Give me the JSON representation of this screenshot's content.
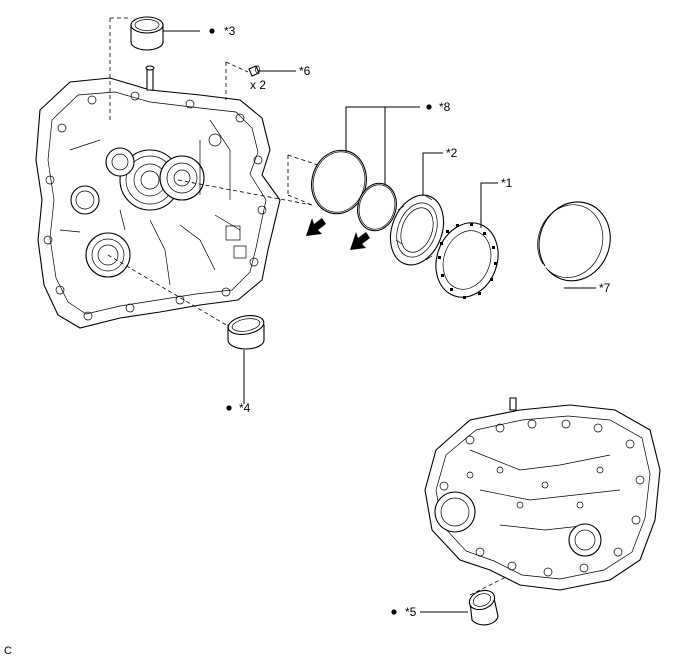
{
  "callouts": [
    {
      "id": "c3",
      "text": "*3",
      "marker": "dot"
    },
    {
      "id": "c6",
      "text": "*6",
      "qty": "x 2"
    },
    {
      "id": "c8",
      "text": "*8",
      "marker": "dot"
    },
    {
      "id": "c2",
      "text": "*2"
    },
    {
      "id": "c1",
      "text": "*1"
    },
    {
      "id": "c7",
      "text": "*7"
    },
    {
      "id": "c4",
      "text": "*4",
      "marker": "dot"
    },
    {
      "id": "c5",
      "text": "*5",
      "marker": "dot"
    }
  ],
  "figure_code": "C",
  "icons": [
    "apply-direction-arrow-icon",
    "bullet-dot-icon"
  ]
}
